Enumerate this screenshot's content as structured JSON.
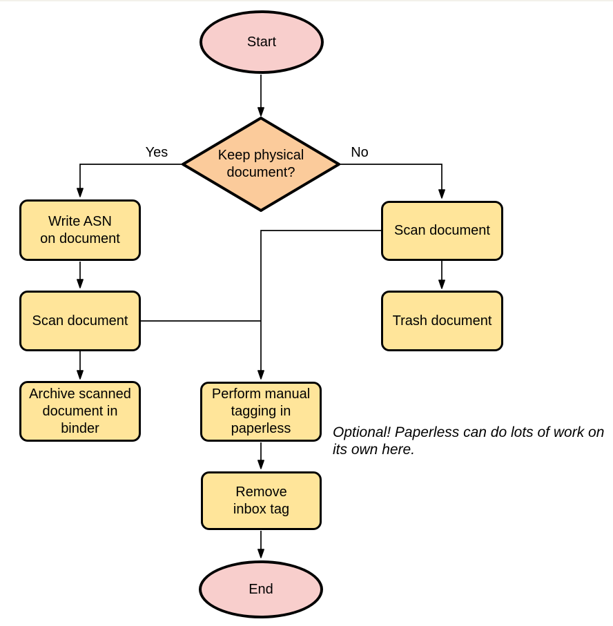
{
  "colors": {
    "background": "#ffffff",
    "terminal_fill": "#f8cecc",
    "process_fill": "#ffe59a",
    "decision_fill": "#fbcb9b",
    "stroke": "#000000"
  },
  "nodes": {
    "start": {
      "label": "Start"
    },
    "decision": {
      "label": "Keep physical\ndocument?"
    },
    "write_asn": {
      "label": "Write ASN\non document"
    },
    "scan_left": {
      "label": "Scan document"
    },
    "archive": {
      "label": "Archive scanned\ndocument in\nbinder"
    },
    "scan_right": {
      "label": "Scan document"
    },
    "trash": {
      "label": "Trash document"
    },
    "tagging": {
      "label": "Perform manual\ntagging in\npaperless"
    },
    "remove_inbox": {
      "label": "Remove\ninbox tag"
    },
    "end": {
      "label": "End"
    }
  },
  "edge_labels": {
    "yes": "Yes",
    "no": "No"
  },
  "annotation": "Optional! Paperless can do lots of work on\nits own here."
}
